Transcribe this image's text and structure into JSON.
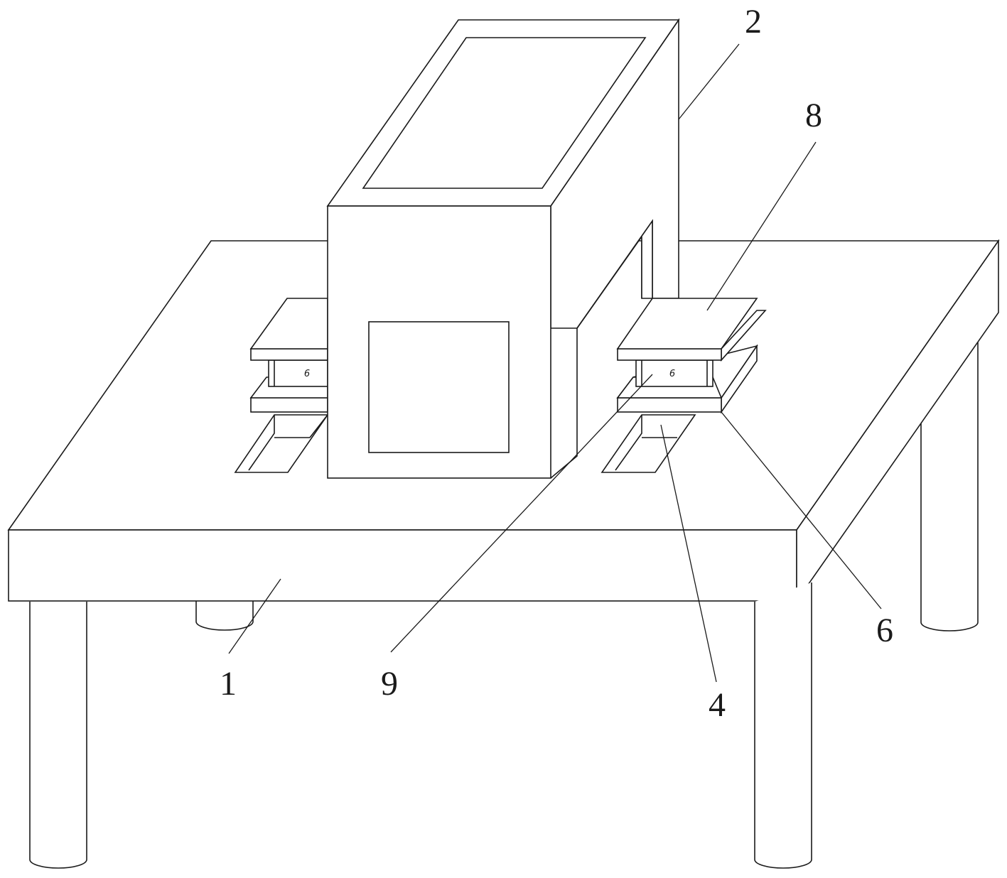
{
  "labels": [
    {
      "id": "label-1",
      "text": "1"
    },
    {
      "id": "label-2",
      "text": "2"
    },
    {
      "id": "label-4",
      "text": "4"
    },
    {
      "id": "label-6",
      "text": "6"
    },
    {
      "id": "label-8",
      "text": "8"
    },
    {
      "id": "label-9",
      "text": "9"
    }
  ],
  "bolt_marks": {
    "left": "6",
    "right": "6"
  }
}
